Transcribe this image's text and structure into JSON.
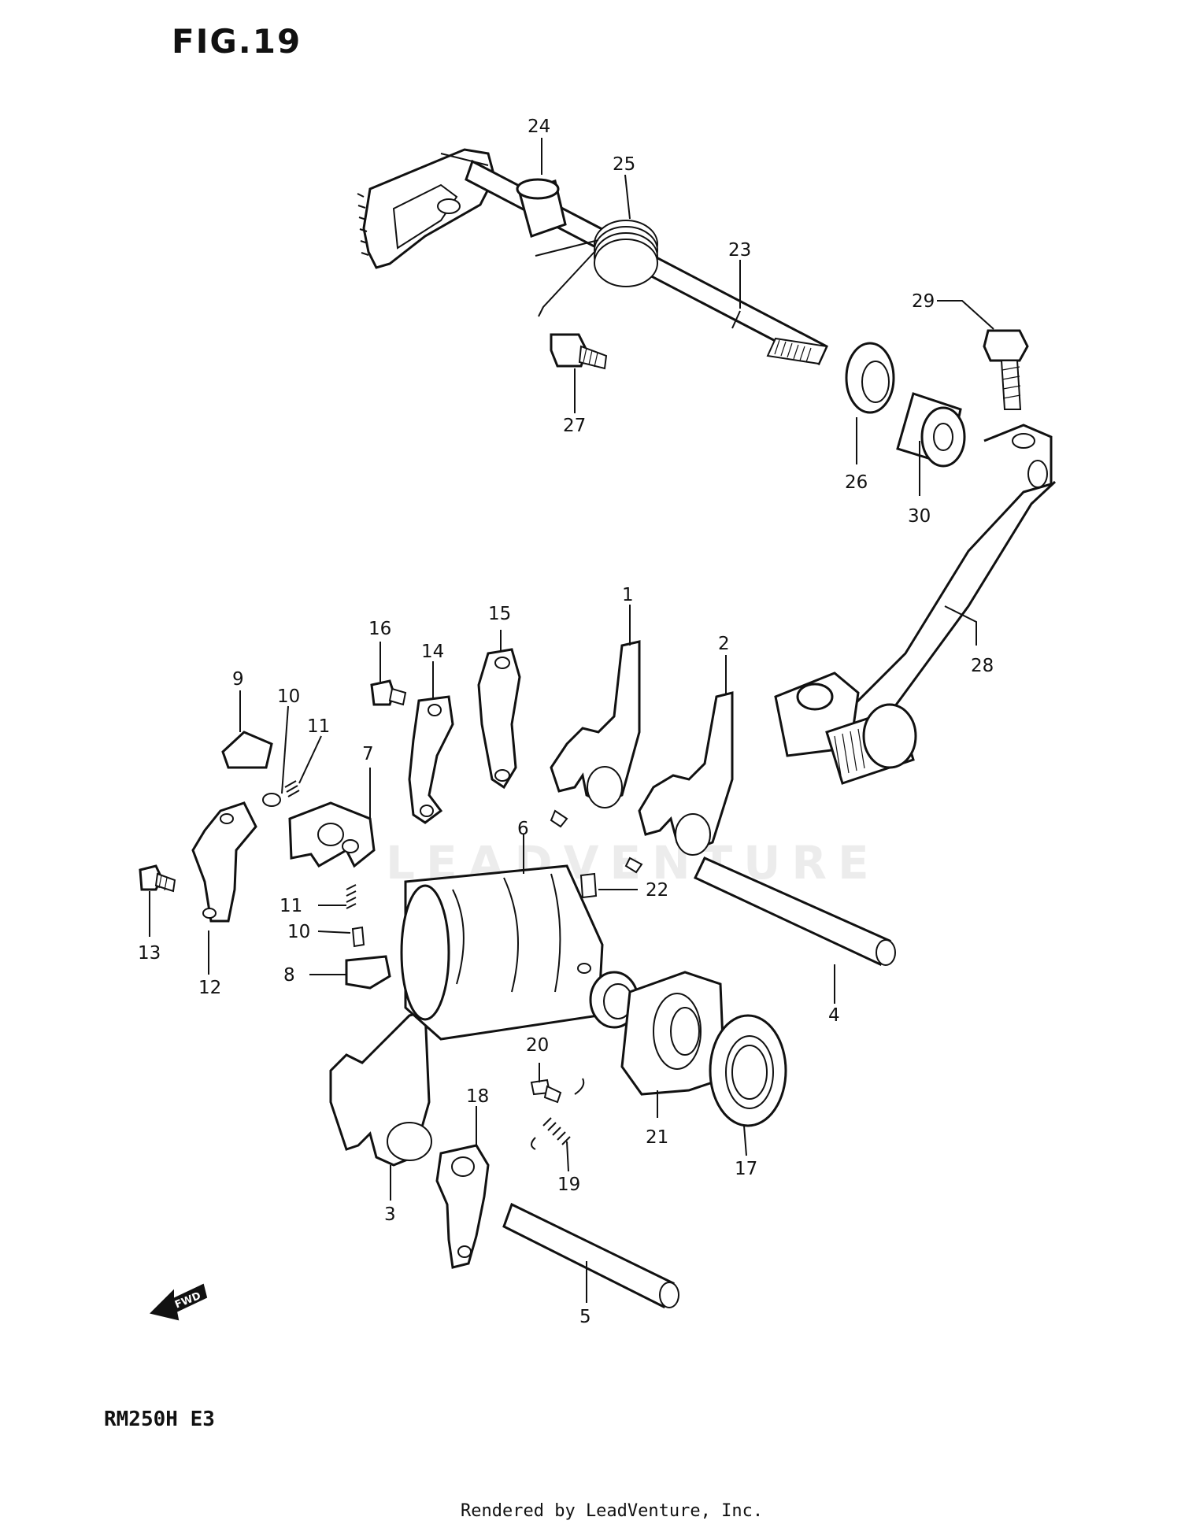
{
  "figure": {
    "title": "FIG.19",
    "model_code": "RM250H E3",
    "credit": "Rendered by LeadVenture, Inc.",
    "watermark": "LEADVENTURE"
  },
  "labels": {
    "p1": "1",
    "p2": "2",
    "p3": "3",
    "p4": "4",
    "p5": "5",
    "p6": "6",
    "p7": "7",
    "p8": "8",
    "p9": "9",
    "p10a": "10",
    "p10b": "10",
    "p11a": "11",
    "p11b": "11",
    "p12": "12",
    "p13": "13",
    "p14": "14",
    "p15": "15",
    "p16": "16",
    "p17": "17",
    "p18": "18",
    "p19": "19",
    "p20": "20",
    "p21": "21",
    "p22": "22",
    "p23": "23",
    "p24": "24",
    "p25": "25",
    "p26": "26",
    "p27": "27",
    "p28": "28",
    "p29": "29",
    "p30": "30"
  },
  "arrow": {
    "label": "FWD",
    "icon": "forward-arrow-icon"
  }
}
